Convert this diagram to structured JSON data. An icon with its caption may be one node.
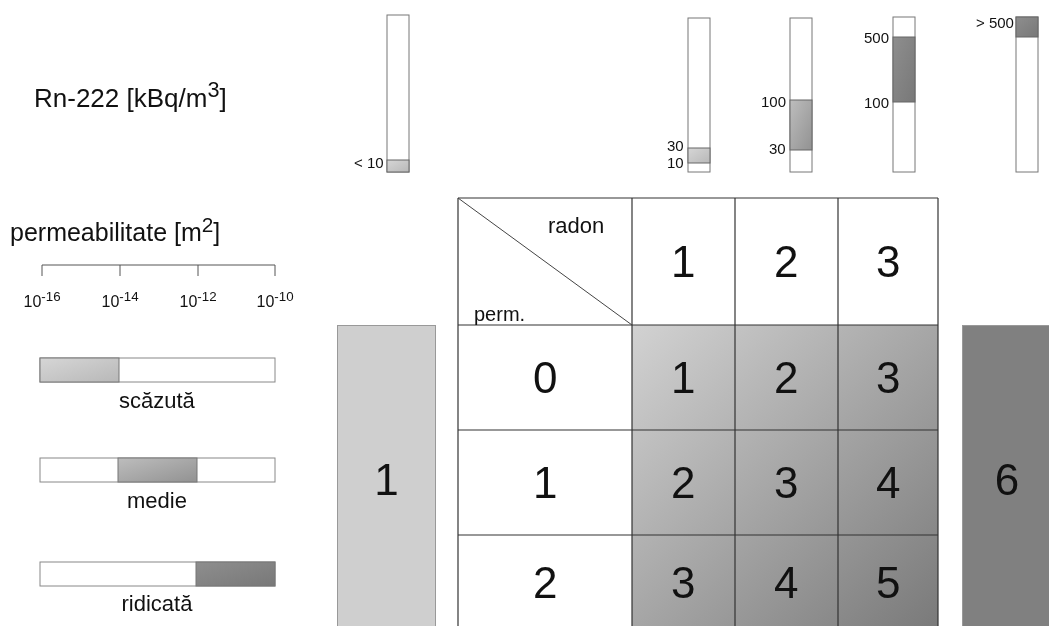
{
  "diagram": {
    "nodes": [
      {
        "text": [
          "1"
        ]
      },
      {
        "text": [
          "6"
        ]
      }
    ],
    "labels": [
      "Rn-222 [kBq/m$^{3}$]",
      "< 10",
      "30",
      "10",
      "100",
      "30",
      "500",
      "100",
      "> 500",
      "permeabilitate [m$^{2}$]",
      "10$^{-16}$",
      "10$^{-14}$",
      "10$^{-12}$",
      "10$^{-10}$",
      "scăzută",
      "medie",
      "ridicată",
      "radon",
      "1",
      "2",
      "3",
      "perm.",
      "0",
      "1",
      "2",
      "3",
      "1",
      "2",
      "3",
      "4",
      "2",
      "3",
      "4",
      "5"
    ]
  }
}
